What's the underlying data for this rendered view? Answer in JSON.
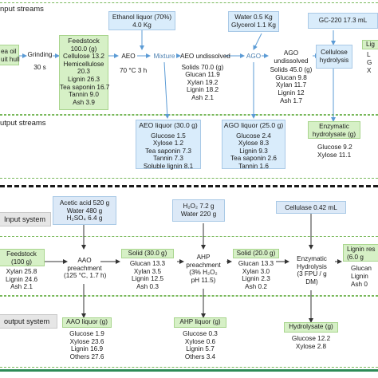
{
  "top": {
    "input_label": "nput streams",
    "output_label": "utput streams",
    "source_box": [
      "ea oil",
      "uit hull"
    ],
    "grinding": [
      "Grinding",
      "30 s"
    ],
    "feedstock": {
      "title": "Feedstock",
      "lines": [
        "100.0 (g)",
        "Cellulose 13.2",
        "Hemicellulose",
        "20.3",
        "Lignin 26.3",
        "Tea saponin 16.7",
        "Tannin 9.0",
        "Ash 3.9"
      ]
    },
    "ethanol": [
      "Ethanol liquor (70%)",
      "4.0 Kg"
    ],
    "water_glycerol": [
      "Water 0.5 Kg",
      "Glycerol 1.1 Kg"
    ],
    "gc": "GC-220 17.3 mL",
    "aeo": "AEO",
    "aeo_cond": "70 °C 3 h",
    "mixture": "Mixture",
    "aeo_undissolved": {
      "title": "AEO undissolved",
      "lines": [
        "Solids 70.0 (g)",
        "Glucan 11.9",
        "Xylan 19.2",
        "Lignin 18.2",
        "Ash 2.1"
      ]
    },
    "ago": "AGO",
    "ago_undissolved": {
      "title": [
        "AGO",
        "undissolved"
      ],
      "lines": [
        "Solids 45.0 (g)",
        "Glucan 9.8",
        "Xylan 11.7",
        "Lignin 12",
        "Ash 1.7"
      ]
    },
    "cellulose_hydrolysis": [
      "Cellulose",
      "hydrolysis"
    ],
    "right_cut": [
      "Lig",
      "L",
      "G",
      "X"
    ],
    "aeo_liquor": {
      "title": "AEO liquor (30.0 g)",
      "lines": [
        "Glucose 1.5",
        "Xylose 1.2",
        "Tea saponin 7.3",
        "Tannin 7.3",
        "Soluble lignin 8.1"
      ]
    },
    "ago_liquor": {
      "title": "AGO liquor (25.0 g)",
      "lines": [
        "Glucose 2.4",
        "Xylose 8.3",
        "Lignin 9.3",
        "Tea saponin 2.6",
        "Tannin 1.6"
      ]
    },
    "enzymatic": {
      "title": [
        "Enzymatic",
        "hydrolysate (g)"
      ],
      "lines": [
        "Glucose 9.2",
        "Xylose 11.1"
      ]
    }
  },
  "bottom": {
    "input_system": "Input system",
    "output_system": "output system",
    "acid": [
      "Acetic acid 520 g",
      "Water 480 g",
      "H₂SO₄ 6.4 g"
    ],
    "h2o2": [
      "H₂O₂ 7.2 g",
      "Water 220 g"
    ],
    "cellulase": "Cellulase 0.42 mL",
    "feedstock": {
      "title": [
        "Feedstock",
        "(100 g)"
      ],
      "lines": [
        "Xylan 25.8",
        "Lignin 24.6",
        "Ash 2.1"
      ]
    },
    "aao": [
      "AAO",
      "preachment",
      "(125 °C, 1.7 h)"
    ],
    "solid1": {
      "title": "Solid (30.0 g)",
      "lines": [
        "Glucan 13.3",
        "Xylan 3.5",
        "Lignin 12.5",
        "Ash 0.3"
      ]
    },
    "ahp": [
      "AHP",
      "preachment",
      "(3% H₂O₂",
      "pH 11.5)"
    ],
    "solid2": {
      "title": "Solid (20.0 g)",
      "lines": [
        "Glucan 13.3",
        "Xylan 3.0",
        "Lignin 2.3",
        "Ash 0.2"
      ]
    },
    "enzymatic": [
      "Enzymatic",
      "Hydrolysis",
      "(3 FPU / g",
      "DM)"
    ],
    "lignin_res": {
      "title": [
        "Lignin res",
        "(6.0 g"
      ],
      "lines": [
        "Glucan",
        "Lignin",
        "Ash 0"
      ]
    },
    "aao_liquor": {
      "title": "AAO liquor (g)",
      "lines": [
        "Glucose 1.9",
        "Xylose 23.6",
        "Lignin 16.9",
        "Others 27.6"
      ]
    },
    "ahp_liquor": {
      "title": "AHP liquor (g)",
      "lines": [
        "Glucose 0.3",
        "Xylose 0.6",
        "Lignin 5.7",
        "Others 3.4"
      ]
    },
    "hydrolysate": {
      "title": "Hydrolysate (g)",
      "lines": [
        "Glucose 12.2",
        "Xylose 2.8"
      ]
    }
  },
  "colors": {
    "blue": "#d9ecfb",
    "green": "#d6f0c6",
    "arrow": "#5b9bd5"
  }
}
